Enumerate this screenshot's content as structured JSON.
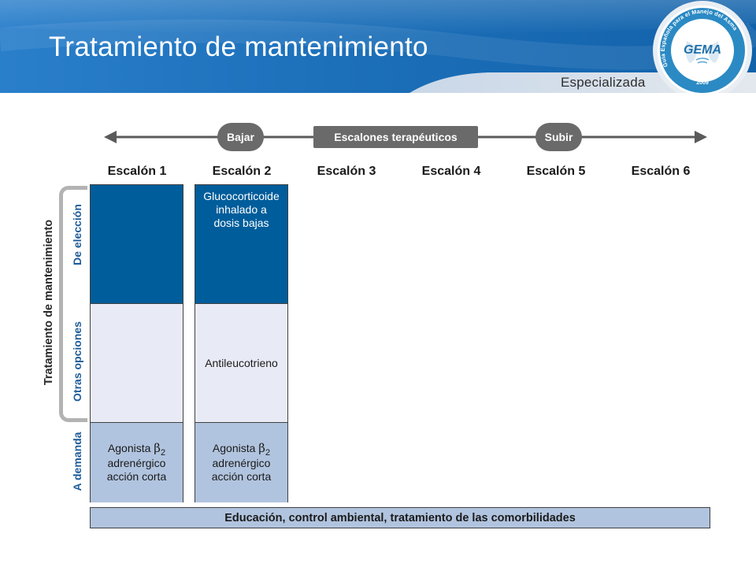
{
  "header": {
    "title": "Tratamiento de mantenimiento",
    "edition": "Especializada",
    "logo": {
      "ring_text": "Guía Española para el Manejo del Asma",
      "name": "GEMA",
      "year": "2009"
    }
  },
  "step_arrow": {
    "down_label": "Bajar",
    "center_label": "Escalones terapéuticos",
    "up_label": "Subir"
  },
  "steps": [
    "Escalón 1",
    "Escalón 2",
    "Escalón 3",
    "Escalón 4",
    "Escalón 5",
    "Escalón 6"
  ],
  "rows": {
    "group_label": "Tratamiento de mantenimiento",
    "preferred": "De elección",
    "alternatives": "Otras opciones",
    "on_demand": "A demanda"
  },
  "columns": [
    {
      "preferred": "",
      "alternatives": "",
      "on_demand": {
        "line1": "Agonista ",
        "beta": "β",
        "sub": "2",
        "line2": "adrenérgico",
        "line3": "acción corta"
      }
    },
    {
      "preferred": {
        "line1": "Glucocorticoide",
        "line2": "inhalado a",
        "line3": "dosis bajas"
      },
      "alternatives": "Antileucotrieno",
      "on_demand": {
        "line1": "Agonista ",
        "beta": "β",
        "sub": "2",
        "line2": "adrenérgico",
        "line3": "acción corta"
      }
    }
  ],
  "footer_bar": "Educación, control ambiental, tratamiento de las comorbilidades",
  "colors": {
    "header_blue": "#1e73bd",
    "preferred_fill": "#005d9b",
    "alternatives_fill": "#e8ebf6",
    "on_demand_fill": "#b1c4df",
    "label_blue": "#1f5c99",
    "pill_gray": "#6a6a6a"
  }
}
